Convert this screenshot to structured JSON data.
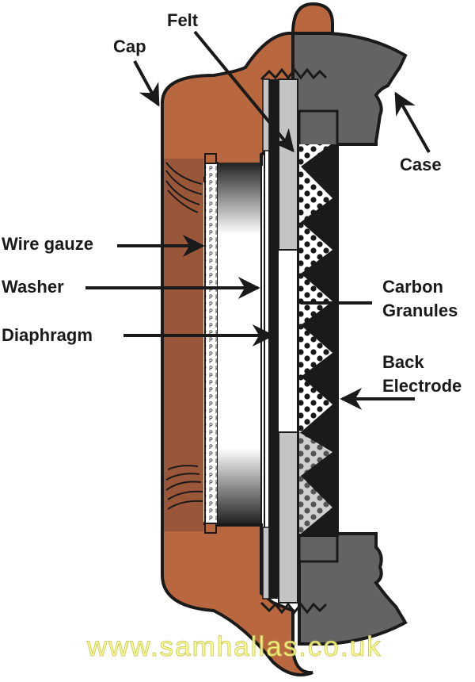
{
  "title": "Carbon microphone cross-section",
  "labels": {
    "cap": "Cap",
    "felt": "Felt",
    "case": "Case",
    "wire_gauze": "Wire gauze",
    "washer": "Washer",
    "diaphragm": "Diaphragm",
    "carbon_granules_line1": "Carbon",
    "carbon_granules_line2": "Granules",
    "back_electrode_line1": "Back",
    "back_electrode_line2": "Electrode"
  },
  "watermark": "www.samhallas.co.uk",
  "colors": {
    "cap": "#b8673e",
    "cap_dark": "#9a5638",
    "case": "#636363",
    "felt": "#c4c4c4",
    "outline": "#1a1a1a",
    "watermark": "#ffff80"
  }
}
